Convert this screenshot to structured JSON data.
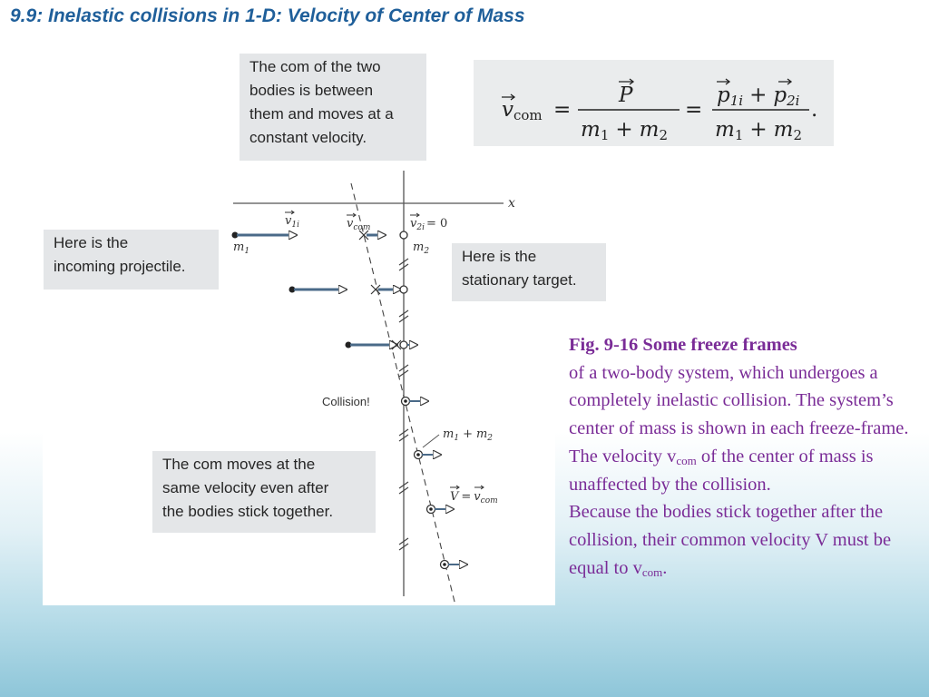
{
  "slide": {
    "title": "9.9: Inelastic collisions in 1-D: Velocity of Center of Mass"
  },
  "figure": {
    "callout_top": [
      "The com of the two",
      "bodies is between",
      "them and moves at a",
      "constant velocity."
    ],
    "callout_incoming": [
      "Here is the",
      "incoming projectile."
    ],
    "callout_stationary": [
      "Here is the",
      "stationary target."
    ],
    "callout_after": [
      "The com moves at the",
      "same velocity even after",
      "the bodies stick together."
    ],
    "label_x": "x",
    "label_v1i": "v",
    "label_v1i_sub": "1i",
    "label_vcom": "v",
    "label_vcom_sub": "com",
    "label_v2i": "v",
    "label_v2i_sub": "2i",
    "label_v2i_eq": "= 0",
    "label_m1": "m",
    "label_m1_sub": "1",
    "label_m2": "m",
    "label_m2_sub": "2",
    "label_collision": "Collision!",
    "label_sum_a_sub": "1",
    "label_sum_plus": "+",
    "label_sum_b": "m",
    "label_sum_b_sub": "2",
    "label_V": "V",
    "label_V_eq": "=",
    "label_V_v": "v",
    "label_V_sub": "com"
  },
  "formula": {
    "lhs": "v",
    "lhs_sub": "com",
    "num1": "P",
    "den_m1": "m",
    "den_m1_sub": "1",
    "den_plus": "+",
    "den_m2": "m",
    "den_m2_sub": "2",
    "num2_p1": "p",
    "num2_p1_sub": "1i",
    "num2_plus": "+",
    "num2_p2": "p",
    "num2_p2_sub": "2i",
    "end": "."
  },
  "caption": {
    "lead": "Fig. 9-16 Some freeze frames",
    "body_1": "of a two-body system, which undergoes a completely inelastic collision. The system’s center of mass is shown in each freeze-frame. The velocity v",
    "body_1_sub": "com",
    "body_2": " of the center of mass is unaffected by the collision.",
    "body_3": "Because the bodies stick together after the collision, their common velocity V must be equal to v",
    "body_3_sub": "com",
    "body_3_end": "."
  }
}
